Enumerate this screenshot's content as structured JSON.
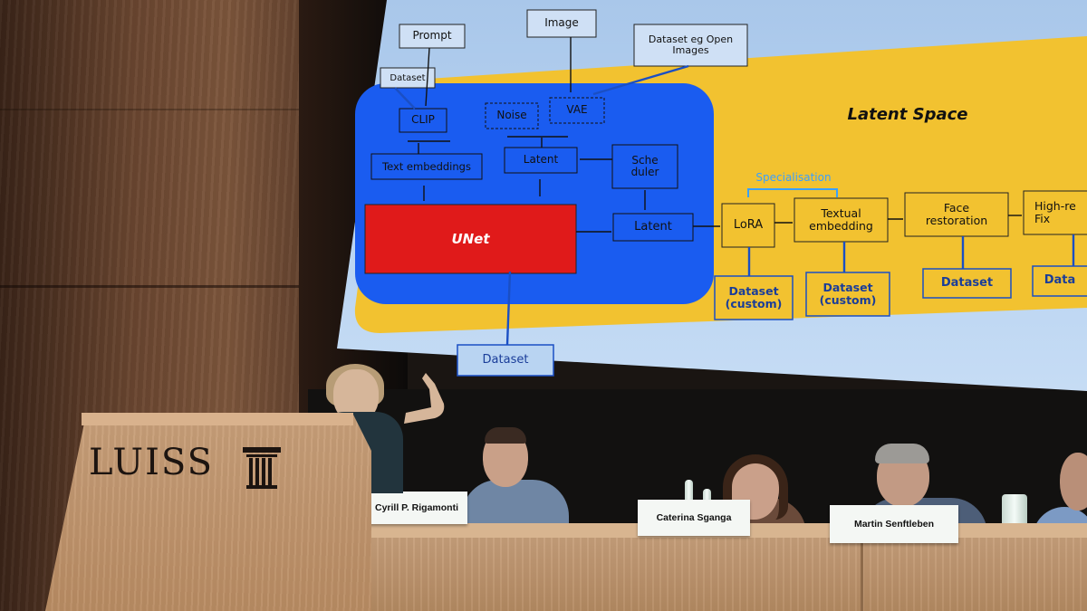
{
  "venue": {
    "logo_text": "LUISS"
  },
  "slide": {
    "region_title": "Latent Space",
    "inputs": {
      "prompt": "Prompt",
      "image": "Image",
      "dataset_open": "Dataset eg Open Images",
      "dataset_small": "Dataset"
    },
    "blocks": {
      "clip": "CLIP",
      "noise": "Noise",
      "vae": "VAE",
      "text_embeddings": "Text embeddings",
      "latent_top": "Latent",
      "scheduler_line1": "Sche",
      "scheduler_line2": "duler",
      "unet": "UNet",
      "latent_right": "Latent"
    },
    "specialisation_label": "Specialisation",
    "pipeline": {
      "lora": "LoRA",
      "textual_line1": "Textual",
      "textual_line2": "embedding",
      "face_line1": "Face",
      "face_line2": "restoration",
      "hires_line1": "High-re",
      "hires_line2": "Fix"
    },
    "datasets": {
      "custom1_line1": "Dataset",
      "custom1_line2": "(custom)",
      "custom2_line1": "Dataset",
      "custom2_line2": "(custom)",
      "face": "Dataset",
      "hires": "Data",
      "unet": "Dataset"
    },
    "colors": {
      "blue_region": "#1a5cf0",
      "yellow_region": "#f2c230",
      "unet": "#e01a1a"
    }
  },
  "panel": {
    "nameplates": [
      "Cyrill P. Rigamonti",
      "Caterina Sganga",
      "Martin Senftleben"
    ]
  }
}
